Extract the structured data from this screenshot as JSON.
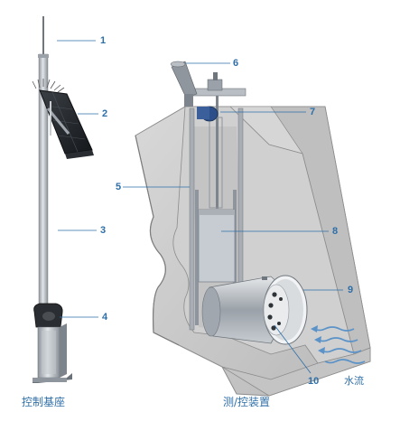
{
  "callouts": [
    "1",
    "2",
    "3",
    "4",
    "5",
    "6",
    "7",
    "8",
    "9",
    "10"
  ],
  "flow_label": "水流",
  "captions": {
    "left": "控制基座",
    "right": "测/控装置"
  },
  "colors": {
    "label_blue": "#2f6fa8",
    "concrete": "#c9c9c9",
    "metal": "#b5bcc3",
    "flow_arrow": "#5b93c8"
  }
}
